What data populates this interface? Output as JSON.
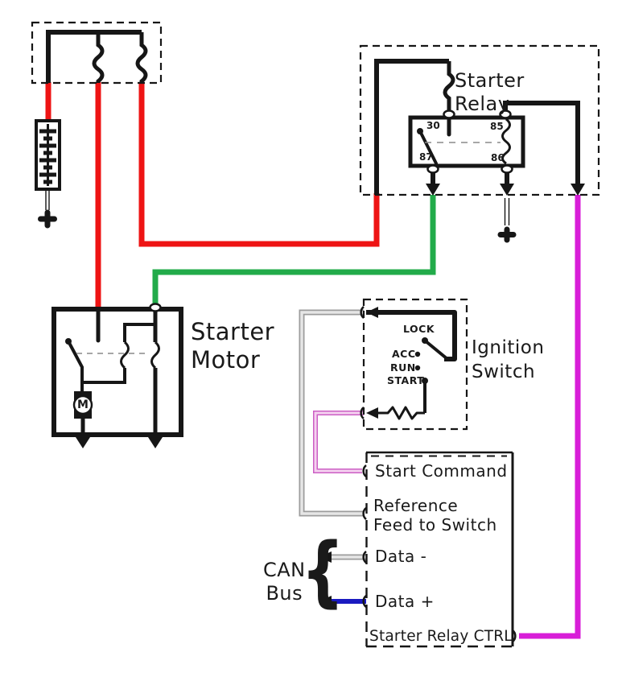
{
  "colors": {
    "red": "#ee1414",
    "green": "#22ab4a",
    "magenta": "#d81ed8",
    "blue": "#1a1ac0",
    "pink_outline": "#cc5ec4",
    "pink_fill": "#f5d2f0",
    "gray_outline": "#9c9c9c",
    "gray_fill": "#e6e6e6"
  },
  "starter_relay": {
    "label_line1": "Starter",
    "label_line2": "Relay",
    "terminal_30": "30",
    "terminal_85": "85",
    "terminal_87": "87",
    "terminal_86": "86"
  },
  "starter_motor": {
    "label_line1": "Starter",
    "label_line2": "Motor",
    "motor_letter": "M"
  },
  "ignition_switch": {
    "label_line1": "Ignition",
    "label_line2": "Switch",
    "pos_lock": "LOCK",
    "pos_acc": "ACC",
    "pos_run": "RUN",
    "pos_start": "START"
  },
  "module": {
    "pin_start_command": "Start Command",
    "pin_reference_line1": "Reference",
    "pin_reference_line2": "Feed to Switch",
    "pin_data_minus": "Data -",
    "pin_data_plus": "Data +",
    "pin_relay_ctrl": "Starter Relay CTRL"
  },
  "can_bus": {
    "label_line1": "CAN",
    "label_line2": "Bus",
    "brace": "{"
  }
}
